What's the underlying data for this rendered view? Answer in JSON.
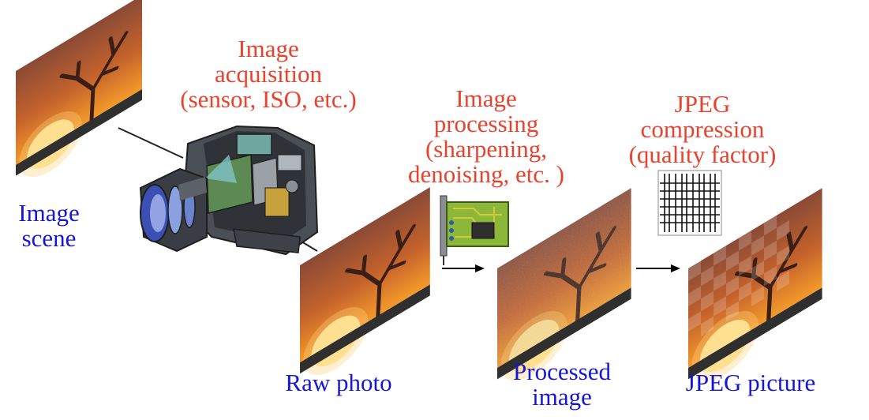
{
  "steps": {
    "acquisition": [
      "Image",
      "acquisition",
      "(sensor, ISO, etc.)"
    ],
    "processing": [
      "Image",
      "processing",
      "(sharpening,",
      "denoising, etc. )"
    ],
    "compression": [
      "JPEG",
      "compression",
      "(quality factor)"
    ]
  },
  "stages": {
    "scene": [
      "Image",
      "scene"
    ],
    "raw": [
      "Raw photo"
    ],
    "processed": [
      "Processed",
      "image"
    ],
    "jpeg": [
      "JPEG picture"
    ]
  },
  "colors": {
    "step_label": "#e8432f",
    "stage_label": "#1616d6",
    "sky_top": "#8a4a36",
    "sky_mid": "#c4622c",
    "sky_bottom": "#f49a2a",
    "sun": "#ffe79c",
    "ground": "#2f2f2f",
    "circuit_board": "#8cb83a",
    "camera_body": "#4a4f55"
  },
  "icons": {
    "camera": "camera-cutaway-icon",
    "circuit": "circuit-board-icon",
    "dct": "dct-basis-icon"
  }
}
